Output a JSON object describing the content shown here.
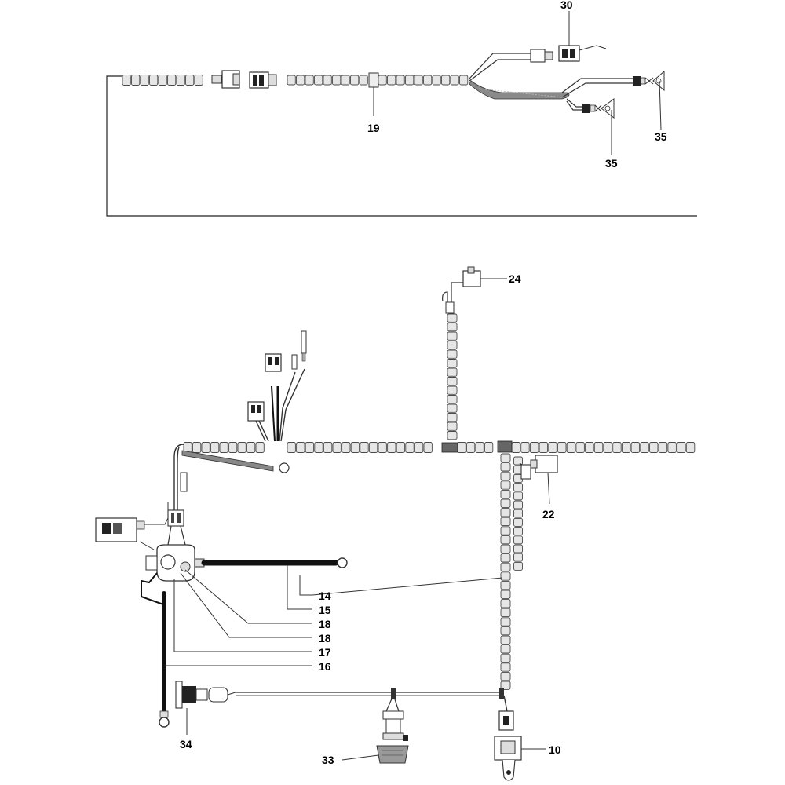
{
  "callouts": {
    "c30": "30",
    "c19": "19",
    "c35a": "35",
    "c35b": "35",
    "c24": "24",
    "c22": "22",
    "c14": "14",
    "c15": "15",
    "c18a": "18",
    "c18b": "18",
    "c17": "17",
    "c16": "16",
    "c34": "34",
    "c10": "10",
    "c33": "33"
  },
  "colors": {
    "loom_fill": "#e6e6e6",
    "wire": "#2a2a2a",
    "cable": "#111111",
    "connector_fill": "#d9d9d9"
  },
  "icons": {
    "ring_terminal": "ring-terminal-icon",
    "bulb_socket": "bulb-socket-icon",
    "plug_connector": "plug-connector-icon"
  }
}
